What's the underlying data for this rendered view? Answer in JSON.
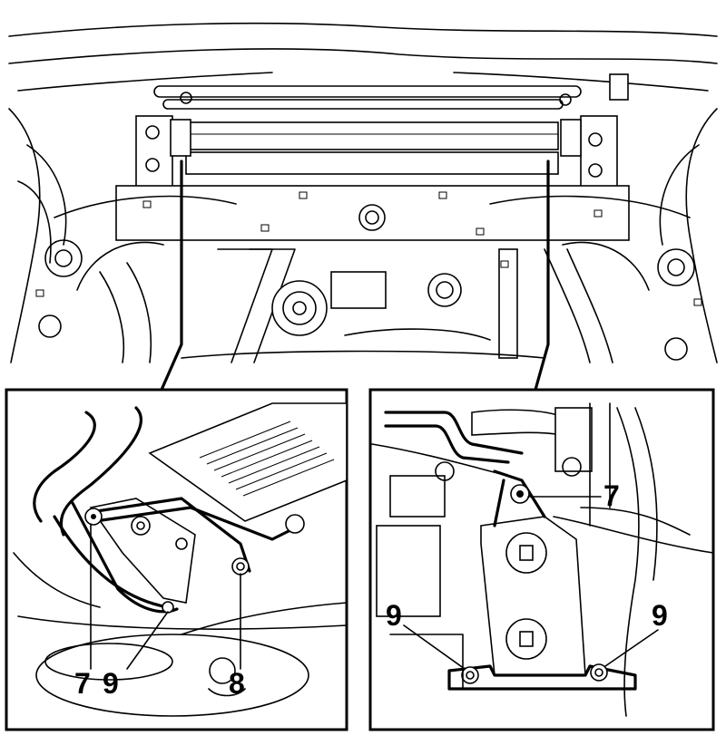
{
  "diagram": {
    "left_inset": {
      "callouts": [
        "7",
        "9",
        "8"
      ]
    },
    "right_inset": {
      "callouts": [
        "7",
        "9",
        "9"
      ]
    }
  }
}
